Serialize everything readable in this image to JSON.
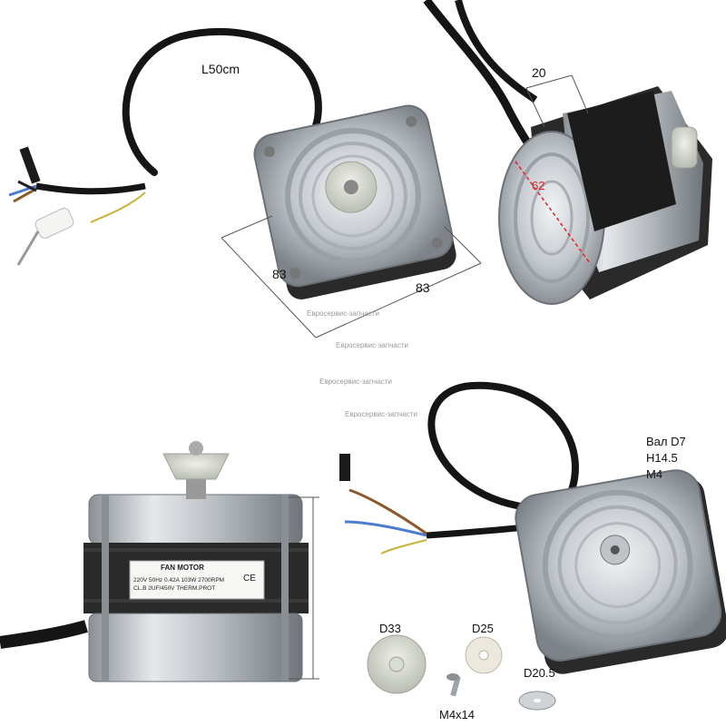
{
  "photo1": {
    "cable_length_label": "L50cm",
    "dim_left": "83",
    "dim_right": "83"
  },
  "photo2": {
    "dim_top": "20",
    "dim_diameter": "62"
  },
  "photo3": {
    "plate_title": "FAN MOTOR",
    "plate_line1": "220V  50Hz  0.42A  103W  2700RPM",
    "plate_line2": "CL.B  2UF/450V  THERM.PROT",
    "ce_mark": "CE"
  },
  "photo4": {
    "spec_lines": [
      "Вал D7",
      "H14.5",
      "M4"
    ],
    "parts": {
      "hub": "D33",
      "washer_large": "D25",
      "washer_small": "D20.5",
      "screw": "M4x14"
    }
  },
  "watermarks": [
    "Евросервис-запчасти",
    "Евросервис-запчасти",
    "Евросервис-запчасти",
    "Евросервис-запчасти"
  ],
  "colors": {
    "aluminum": "#c9cdd1",
    "aluminum_dark": "#8d9297",
    "lamination": "#2a2a2a",
    "cable": "#151515",
    "hub": "#cfd3c9",
    "dimension_line": "#555555",
    "accent_red": "#e0242a"
  }
}
